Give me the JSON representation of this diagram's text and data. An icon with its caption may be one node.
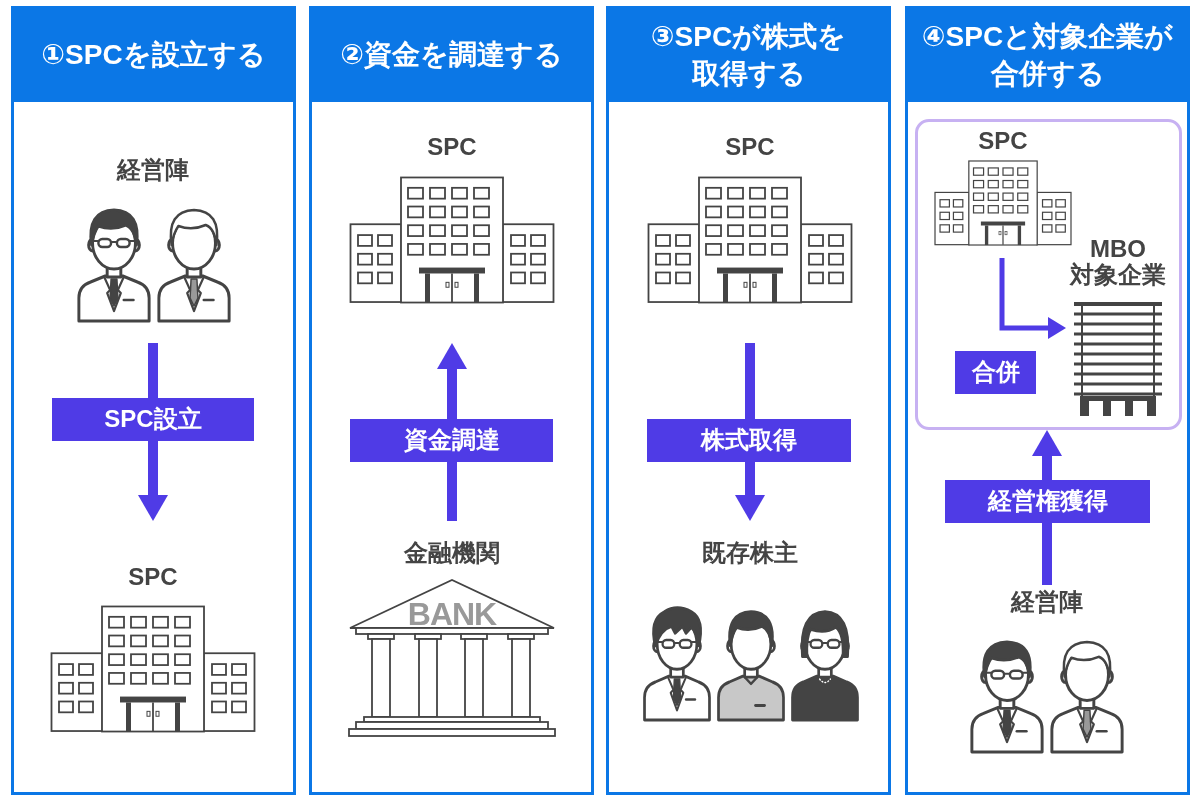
{
  "diagram": {
    "nodes": [
      {
        "text": [
          "①SPCを設立する"
        ]
      },
      {
        "text": [
          "経営陣"
        ],
        "in": 0
      },
      {
        "text": [
          "SPC"
        ],
        "in": 0
      },
      {
        "text": [
          "②資金を調達する"
        ]
      },
      {
        "text": [
          "SPC"
        ],
        "in": 3
      },
      {
        "text": [
          "金融機関",
          "BANK"
        ],
        "in": 3
      },
      {
        "text": [
          "③SPCが株式を取得する"
        ]
      },
      {
        "text": [
          "SPC"
        ],
        "in": 6
      },
      {
        "text": [
          "既存株主"
        ],
        "in": 6
      },
      {
        "text": [
          "④SPCと対象企業が合併する"
        ]
      },
      {
        "text": [],
        "shape": "box",
        "in": 9
      },
      {
        "text": [
          "SPC"
        ],
        "in": 10
      },
      {
        "text": [
          "MBO対象企業"
        ],
        "in": 10
      },
      {
        "text": [
          "経営陣"
        ],
        "in": 9
      }
    ],
    "edges": [
      {
        "from": 1,
        "to": 2,
        "arrow": "to",
        "label": "SPC設立"
      },
      {
        "from": 5,
        "to": 4,
        "arrow": "to",
        "label": "資金調達"
      },
      {
        "from": 7,
        "to": 8,
        "arrow": "to",
        "label": "株式取得"
      },
      {
        "from": 11,
        "to": 12,
        "arrow": "to",
        "label": "合併"
      },
      {
        "from": 13,
        "to": 10,
        "arrow": "to",
        "label": "経営権獲得"
      }
    ]
  }
}
